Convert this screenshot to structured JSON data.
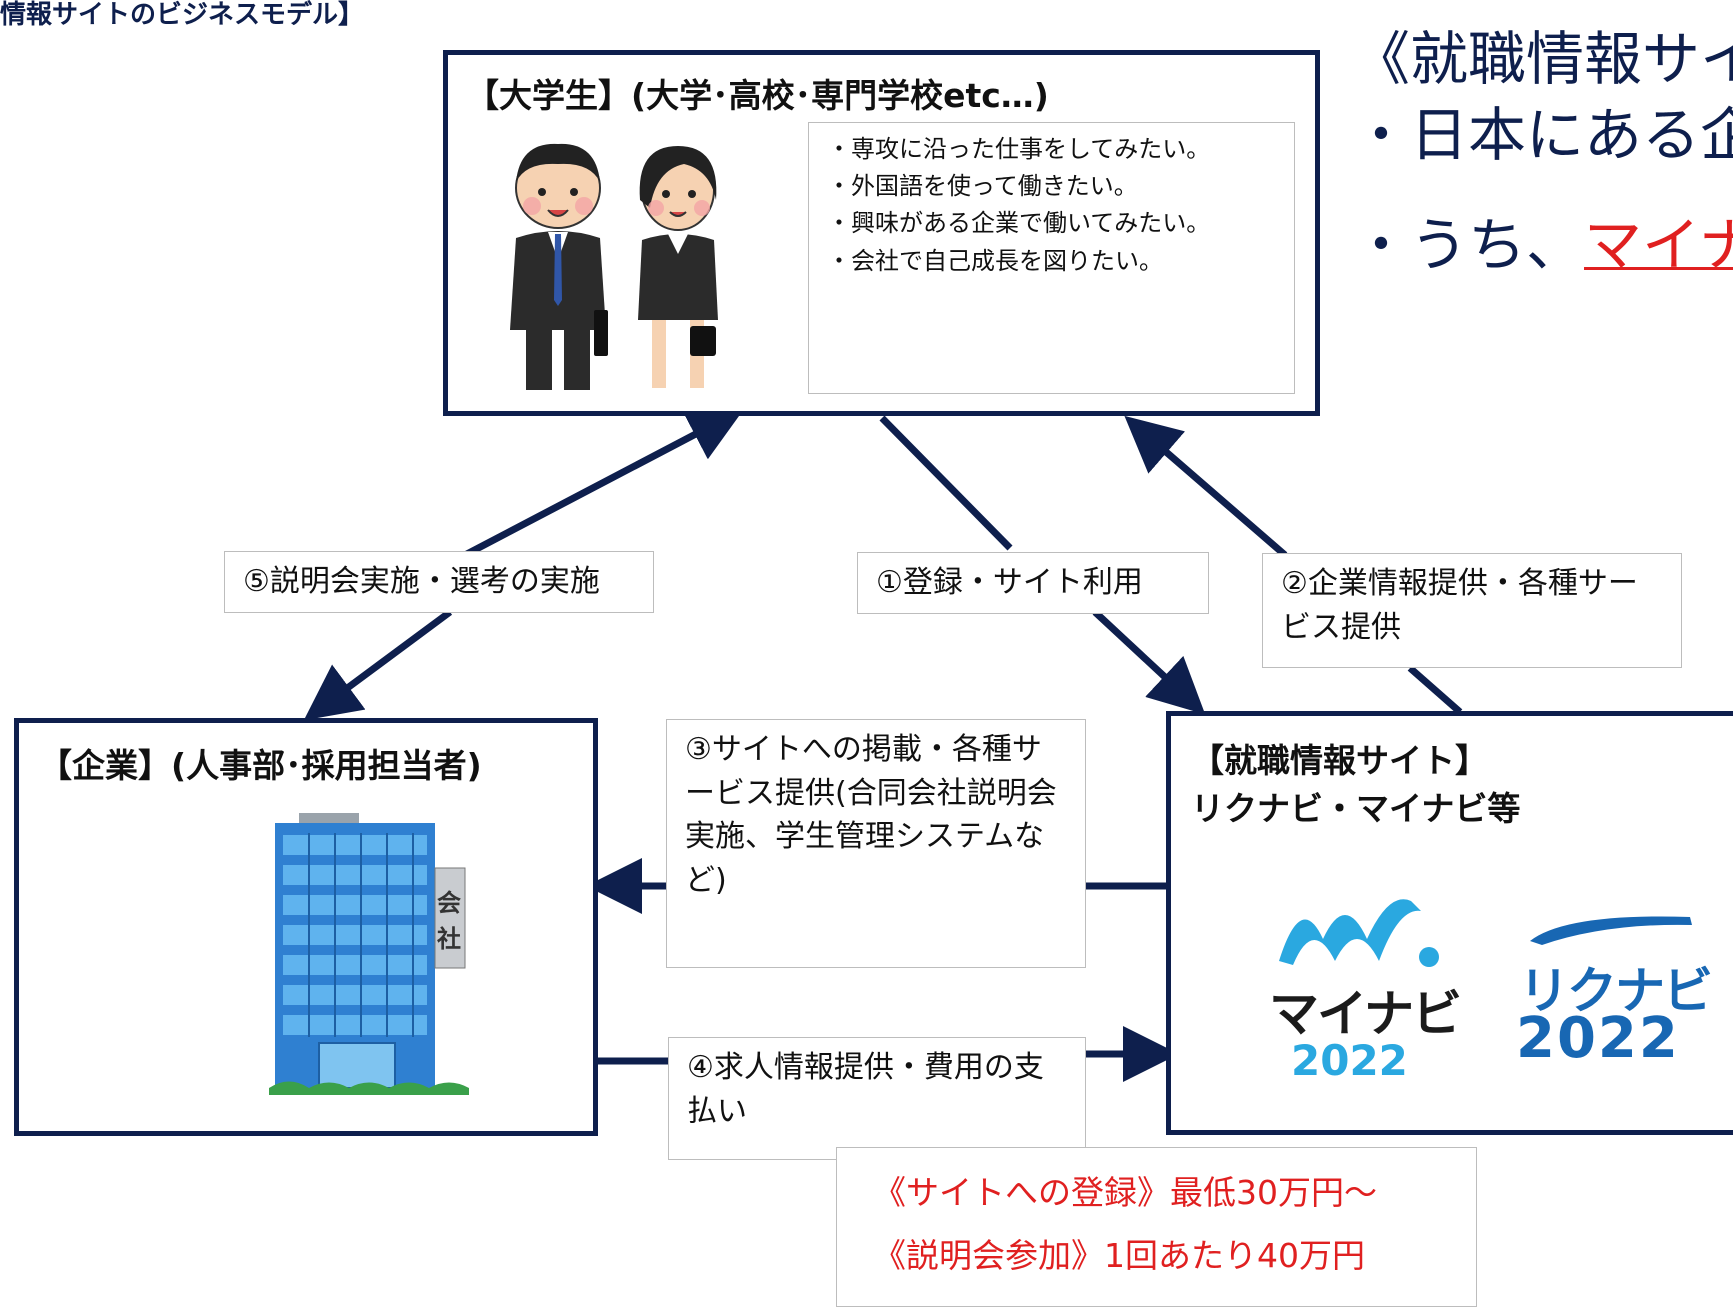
{
  "header": {
    "top_left_title": "情報サイトのビジネスモデル】",
    "right_title": "《就職情報サイ",
    "right_line1": "・日本にある企",
    "right_line2_prefix": "・うち、",
    "right_line2_highlight": "マイナビ"
  },
  "student_box": {
    "title": "【大学生】(大学･高校･専門学校etc…)",
    "wants": [
      "・専攻に沿った仕事をしてみたい。",
      "・外国語を使って働きたい。",
      "・興味がある企業で働いてみたい。",
      "・会社で自己成長を図りたい。"
    ]
  },
  "company_box": {
    "title": "【企業】(人事部･採用担当者)",
    "sign_chars": [
      "会",
      "社"
    ]
  },
  "site_box": {
    "title_line1": "【就職情報サイト】",
    "title_line2": "リクナビ・マイナビ等",
    "mynavi_logo_text": "マイナビ",
    "mynavi_year": "2022",
    "rikunabi_logo_text": "リクナビ",
    "rikunabi_year": "2022"
  },
  "flows": {
    "f1": "①登録・サイト利用",
    "f2": "②企業情報提供・各種サービス提供",
    "f3": "③サイトへの掲載・各種サービス提供(合同会社説明会実施、学生管理システムなど)",
    "f4": "④求人情報提供・費用の支払い",
    "f5": "⑤説明会実施・選考の実施"
  },
  "fees": {
    "line1": "《サイトへの登録》最低30万円〜",
    "line2": "《説明会参加》1回あたり40万円"
  },
  "colors": {
    "navy": "#0e1f4d",
    "red": "#e02020",
    "mynavi_cyan": "#2aa8e0",
    "rikunabi_blue": "#1867b3"
  }
}
